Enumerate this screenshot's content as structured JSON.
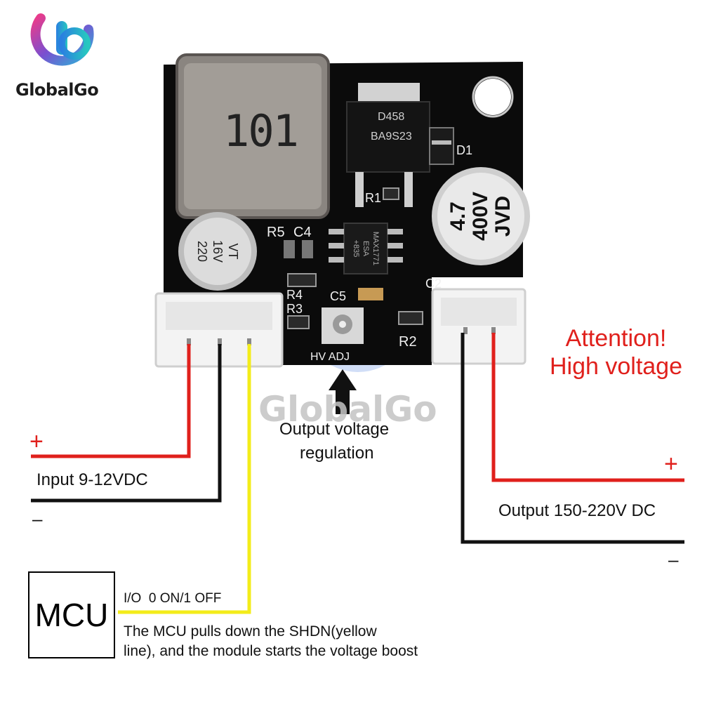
{
  "logo": {
    "brand": "GlobalGo"
  },
  "watermark": {
    "text": "GlobalGo"
  },
  "board": {
    "inductor_code": "101",
    "mosfet_line1": "D458",
    "mosfet_line2": "BA9S23",
    "diode_label": "D1",
    "cap_big": [
      "4.7",
      "400V",
      "JVD"
    ],
    "cap_small": [
      "VT",
      "16V",
      "220"
    ],
    "ic_text": [
      "MAX1771",
      "ESA",
      "+835"
    ],
    "silk": {
      "r5": "R5",
      "c4": "C4",
      "r1": "R1",
      "r4": "R4",
      "r3": "R3",
      "c5": "C5",
      "c2": "C2",
      "r2": "R2",
      "hv_adj": "HV ADJ"
    }
  },
  "labels": {
    "regulation_line1": "Output voltage",
    "regulation_line2": "regulation",
    "input": "Input 9-12VDC",
    "output": "Output 150-220V DC",
    "plus": "+",
    "minus": "–",
    "mcu": "MCU",
    "io": "I/O  0 ON/1 OFF",
    "note_line1": "The MCU pulls down the SHDN(yellow",
    "note_line2": "line), and the module starts the voltage boost",
    "attention_line1": "Attention!",
    "attention_line2": "High voltage"
  },
  "colors": {
    "positive_wire": "#e0201c",
    "negative_wire": "#111111",
    "shdn_wire": "#f3ec1a",
    "attention": "#e0201c",
    "pcb": "#0b0b0b"
  }
}
